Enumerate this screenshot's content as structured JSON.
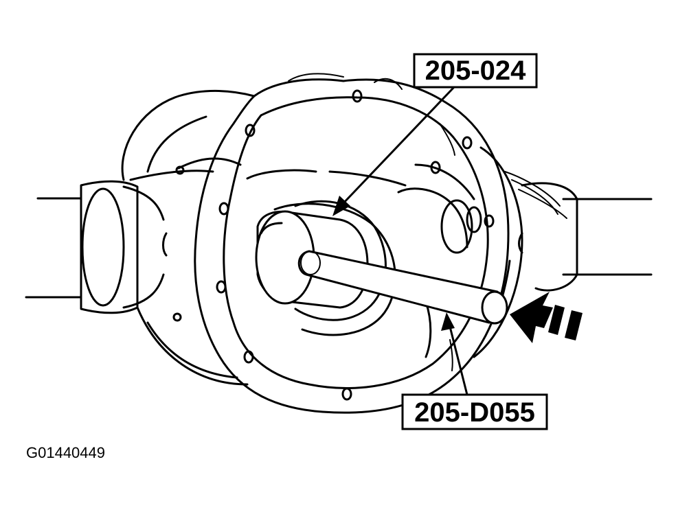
{
  "callouts": {
    "top": {
      "label": "205-024"
    },
    "bottom": {
      "label": "205-D055"
    }
  },
  "figure_id": "G01440449",
  "ink_color": "#000000",
  "paper_color": "#ffffff"
}
